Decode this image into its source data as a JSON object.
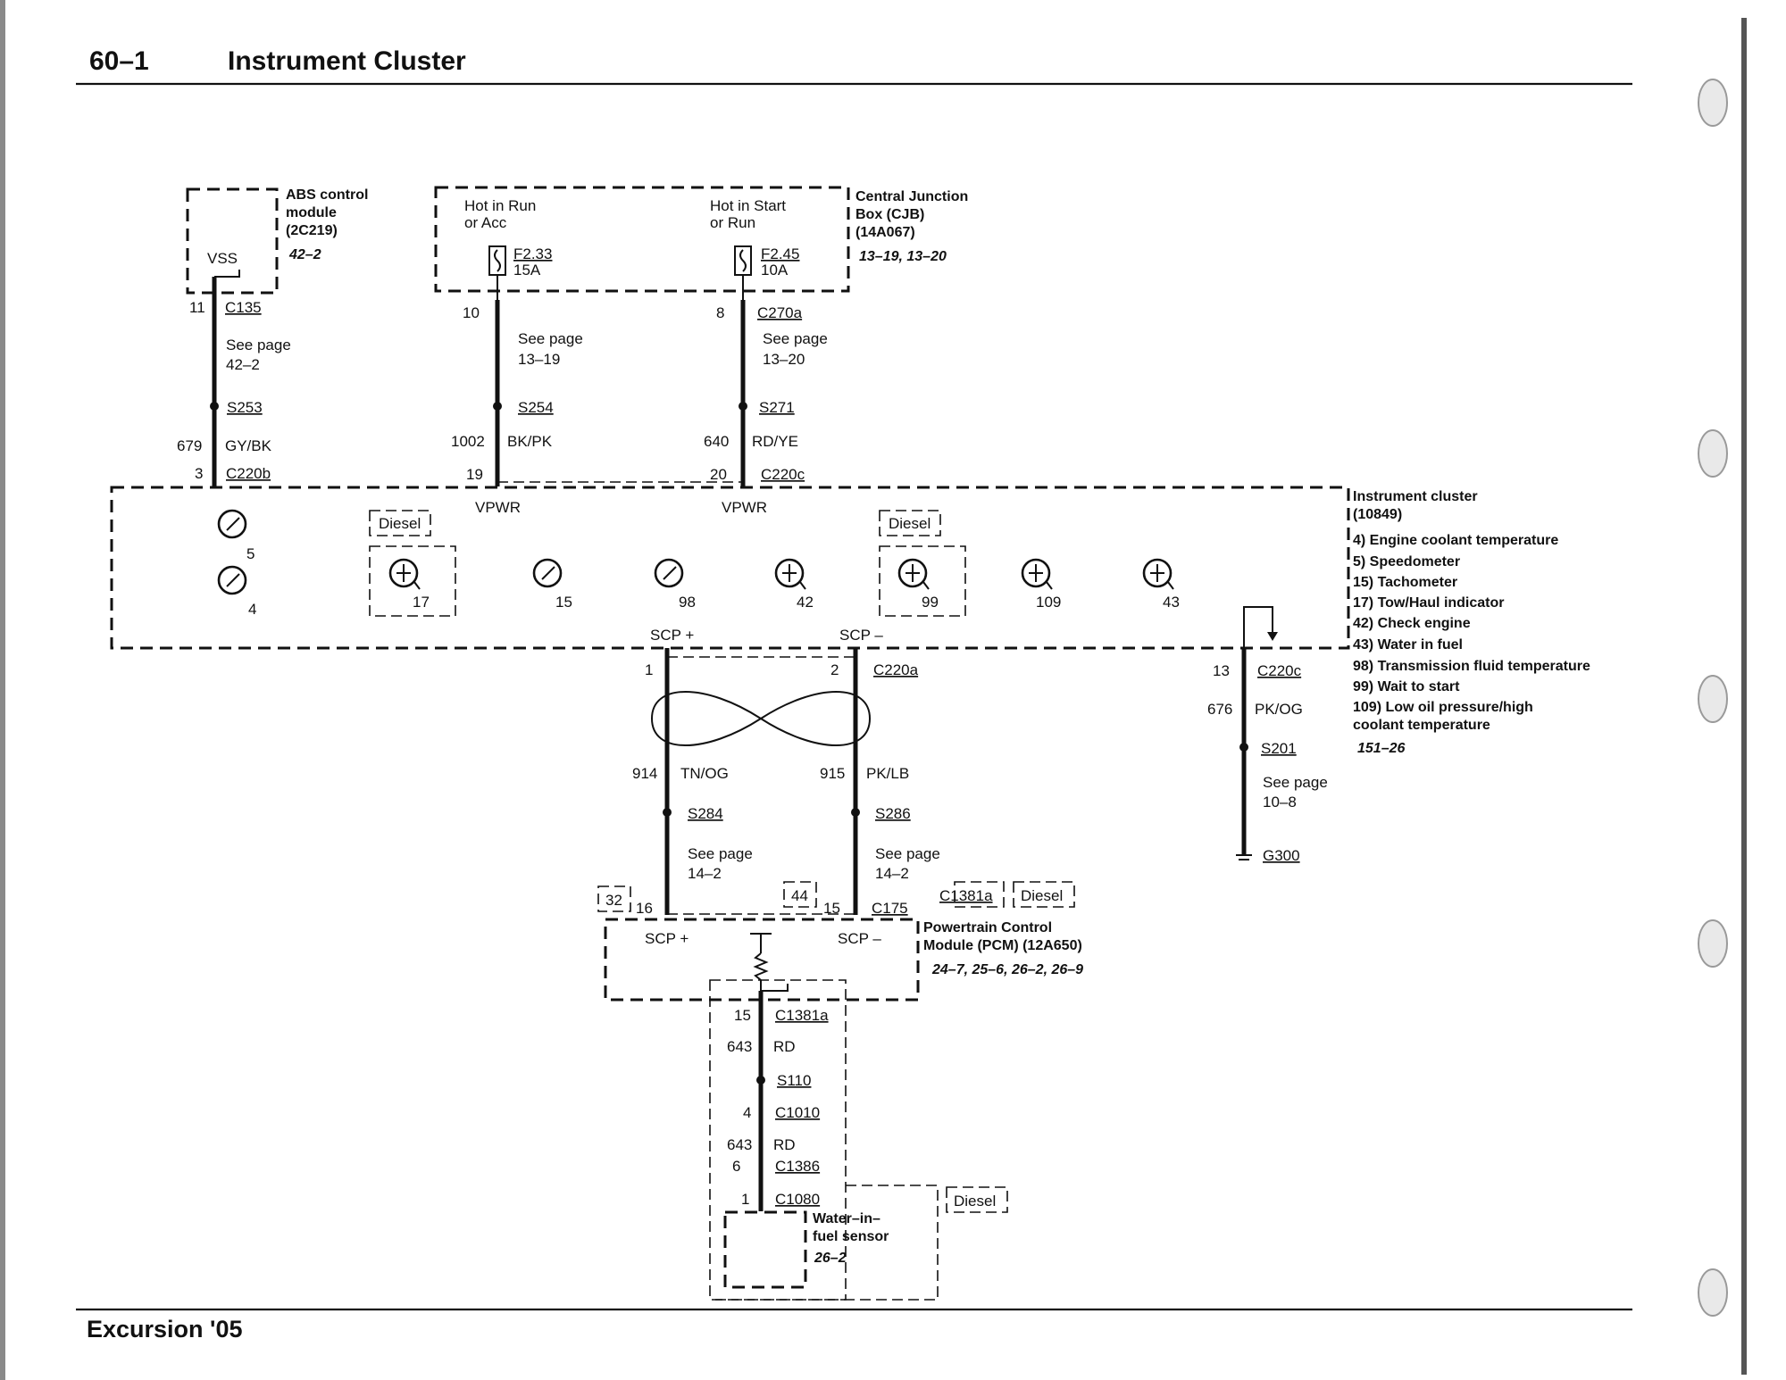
{
  "header": {
    "page_number": "60–1",
    "title": "Instrument Cluster"
  },
  "footer": {
    "vehicle": "Excursion '05"
  },
  "components": {
    "abs_module": {
      "lines": [
        "ABS control",
        "module",
        "(2C219)"
      ],
      "ref": "42–2",
      "pin_label": "VSS"
    },
    "cjb": {
      "lines": [
        "Central Junction",
        "Box (CJB)",
        "(14A067)"
      ],
      "ref": "13–19, 13–20",
      "left_label": [
        "Hot in Run",
        "or Acc"
      ],
      "right_label": [
        "Hot in Start",
        "or Run"
      ],
      "fuse_left": {
        "id": "F2.33",
        "rating": "15A"
      },
      "fuse_right": {
        "id": "F2.45",
        "rating": "10A"
      }
    },
    "cluster": {
      "lines": [
        "Instrument cluster",
        "(10849)"
      ],
      "legend": [
        "4) Engine coolant temperature",
        "5) Speedometer",
        "15) Tachometer",
        "17) Tow/Haul indicator",
        "42) Check engine",
        "43) Water in fuel",
        "98) Transmission fluid temperature",
        "99) Wait to start",
        "109) Low oil pressure/high",
        "coolant temperature"
      ],
      "ref": "151–26",
      "vpwr_left": "VPWR",
      "vpwr_right": "VPWR",
      "scp_plus": "SCP +",
      "scp_minus": "SCP –",
      "diesel_tag": "Diesel",
      "gauges": [
        "5",
        "4",
        "17",
        "15",
        "98",
        "42",
        "99",
        "109",
        "43"
      ]
    },
    "pcm": {
      "lines": [
        "Powertrain Control",
        "Module (PCM) (12A650)"
      ],
      "ref": "24–7, 25–6, 26–2, 26–9",
      "scp_plus": "SCP +",
      "scp_minus": "SCP –",
      "tag_32": "32",
      "tag_44": "44"
    },
    "wif_sensor": {
      "lines": [
        "Water–in–",
        "fuel sensor"
      ],
      "ref": "26–2"
    }
  },
  "circuits": {
    "abs": {
      "pin_top": "11",
      "conn_top": "C135",
      "see": [
        "See page",
        "42–2"
      ],
      "splice": "S253",
      "circuit": "679",
      "color": "GY/BK",
      "pin_bottom": "3",
      "conn_bottom": "C220b"
    },
    "run_acc": {
      "pin_top": "10",
      "see": [
        "See page",
        "13–19"
      ],
      "splice": "S254",
      "circuit": "1002",
      "color": "BK/PK",
      "pin_bottom": "19"
    },
    "start_run": {
      "pin_top": "8",
      "conn_top": "C270a",
      "see": [
        "See page",
        "13–20"
      ],
      "splice": "S271",
      "circuit": "640",
      "color": "RD/YE",
      "pin_bottom": "20",
      "conn_bottom": "C220c"
    },
    "scp_plus": {
      "pin_top": "1",
      "circuit": "914",
      "color": "TN/OG",
      "splice": "S284",
      "see": [
        "See page",
        "14–2"
      ],
      "pin_bottom": "16"
    },
    "scp_minus": {
      "pin_top": "2",
      "conn_top": "C220a",
      "circuit": "915",
      "color": "PK/LB",
      "splice": "S286",
      "see": [
        "See page",
        "14–2"
      ],
      "pin_bottom": "15",
      "conn_bottom": "C175",
      "conn_alt": "C1381a"
    },
    "ground": {
      "pin": "13",
      "conn": "C220c",
      "circuit": "676",
      "color": "PK/OG",
      "splice": "S201",
      "see": [
        "See page",
        "10–8"
      ],
      "ground": "G300"
    },
    "wif": {
      "pin1": "15",
      "conn1": "C1381a",
      "circuit1": "643",
      "color1": "RD",
      "splice": "S110",
      "pin2": "4",
      "conn2": "C1010",
      "circuit2": "643",
      "color2": "RD",
      "pin3": "6",
      "conn3": "C1386",
      "pin4": "1",
      "conn4": "C1080"
    }
  }
}
